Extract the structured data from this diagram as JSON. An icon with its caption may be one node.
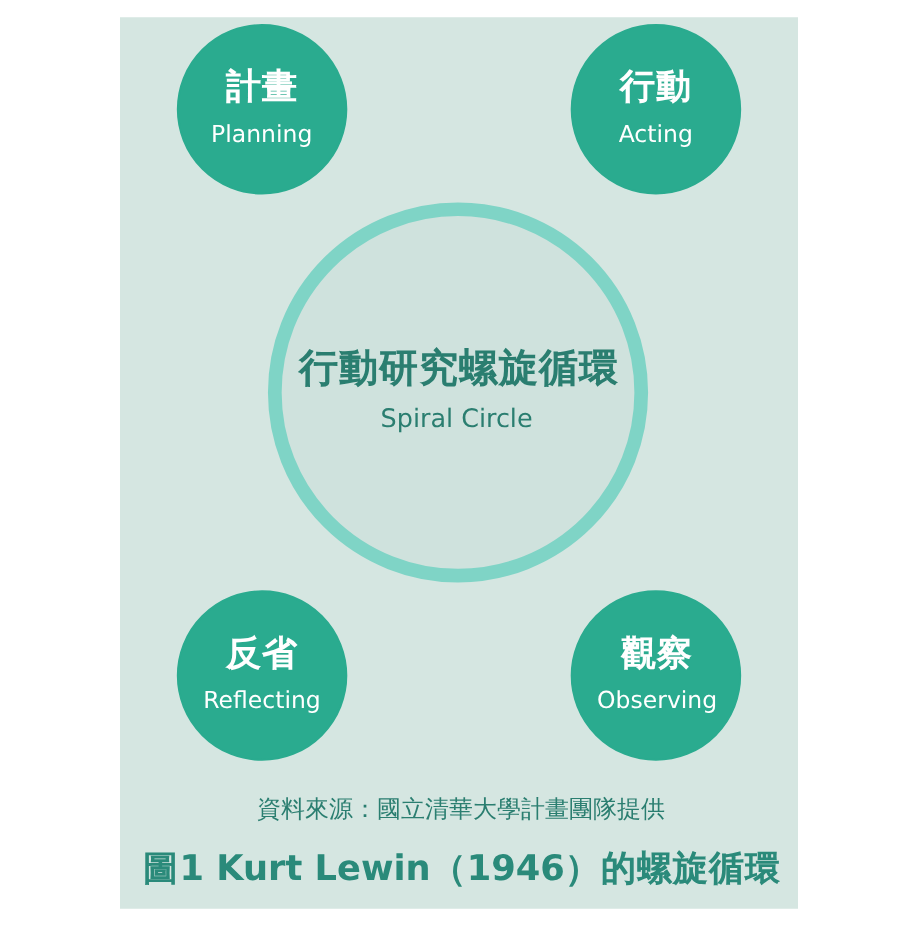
{
  "diagram": {
    "caption": "圖1 Kurt Lewin（1946）的螺旋循環",
    "nodes": [
      {
        "text": [
          "行動研究螺旋循環",
          "Spiral Circle"
        ]
      },
      {
        "text": [
          "計畫",
          "Planning"
        ]
      },
      {
        "text": [
          "行動",
          "Acting"
        ]
      },
      {
        "text": [
          "反省",
          "Reflecting"
        ]
      },
      {
        "text": [
          "觀察",
          "Observing"
        ]
      }
    ],
    "labels": [
      "資料來源：國立清華大學計畫團隊提供"
    ]
  }
}
